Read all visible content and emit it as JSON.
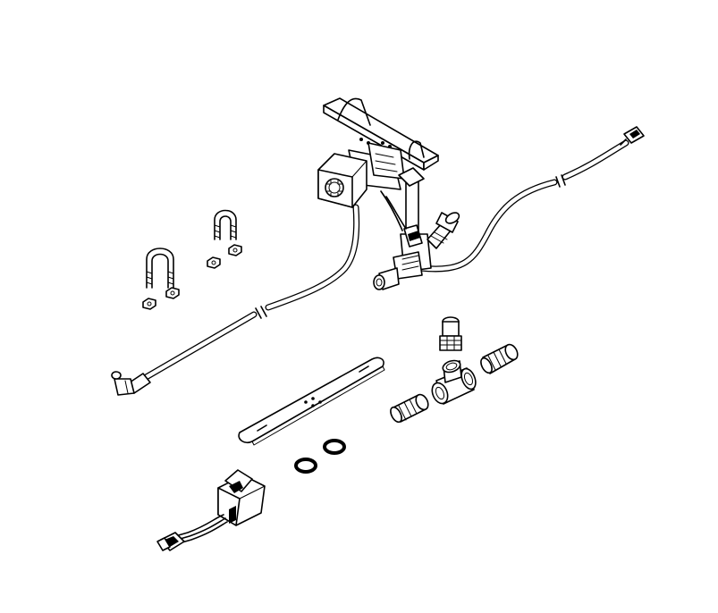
{
  "diagram": {
    "background": "#ffffff",
    "line_color": "#000000",
    "parts": [
      "pump-assembly",
      "mounting-bracket",
      "water-hose-long",
      "wire-harness-hose",
      "u-bolt-left",
      "u-bolt-right",
      "hex-nut",
      "straight-hose-barb",
      "threaded-hose-barb",
      "tee-fitting",
      "hose-barb-connector",
      "mounting-strap",
      "o-ring",
      "rocker-switch",
      "electrical-connector"
    ]
  }
}
